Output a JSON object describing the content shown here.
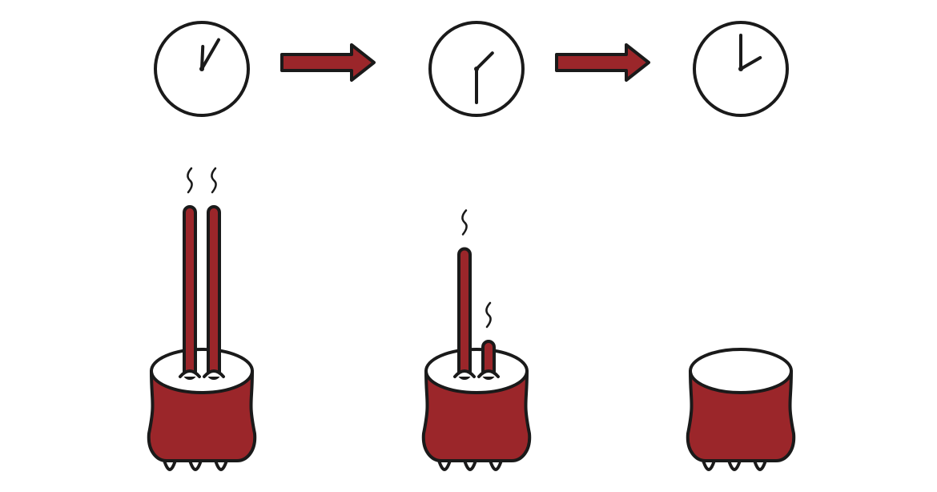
{
  "palette": {
    "accent": "#9b262a",
    "outline": "#1a1a1a",
    "background": "#ffffff"
  },
  "stages": [
    {
      "clock": {
        "hour": 12,
        "minute": 5
      },
      "sticks_remaining": [
        1,
        1
      ],
      "smoking": [
        true,
        true
      ]
    },
    {
      "clock": {
        "hour": 1,
        "minute": 30
      },
      "sticks_remaining": [
        0.75,
        0.2
      ],
      "smoking": [
        true,
        true
      ]
    },
    {
      "clock": {
        "hour": 2,
        "minute": 0
      },
      "sticks_remaining": [],
      "smoking": []
    }
  ],
  "transitions": [
    "arrow-right-icon",
    "arrow-right-icon"
  ]
}
